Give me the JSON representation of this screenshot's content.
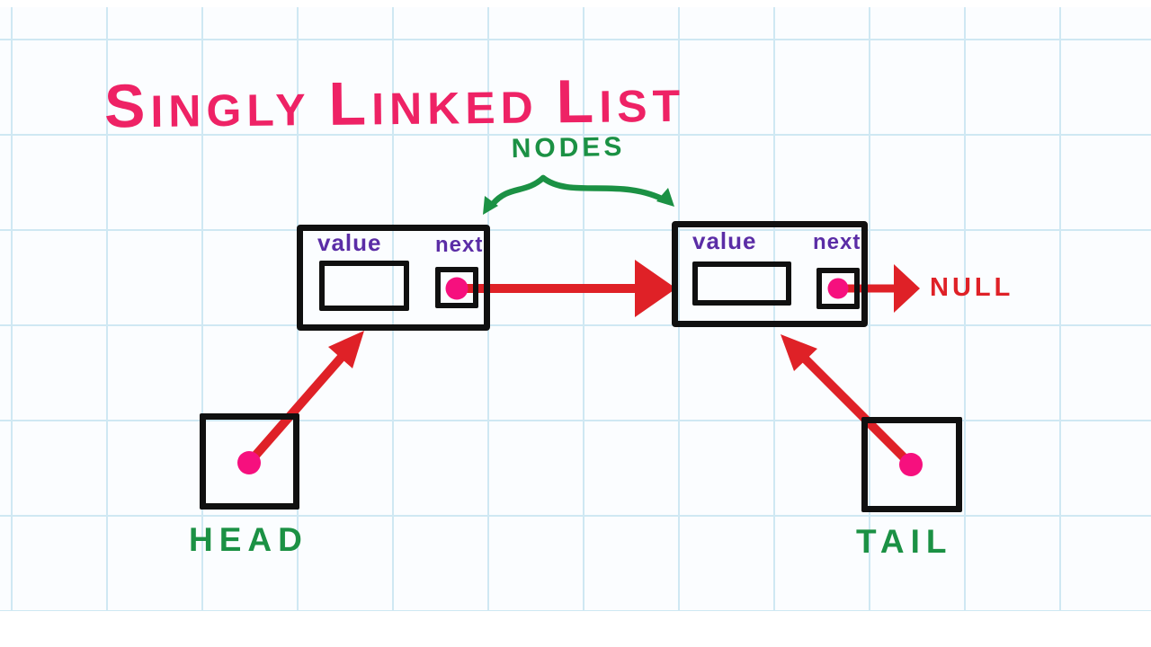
{
  "title": {
    "words": [
      "SINGLY",
      "LINKED",
      "LIST"
    ]
  },
  "annotations": {
    "nodes_label": "NODES",
    "head_label": "HEAD",
    "tail_label": "TAIL",
    "null_label": "NULL"
  },
  "nodes": [
    {
      "value_label": "value",
      "next_label": "next"
    },
    {
      "value_label": "value",
      "next_label": "next"
    }
  ],
  "colors": {
    "pink": "#EE2265",
    "green": "#1B9144",
    "purple": "#5B2DA6",
    "red": "#DF2127",
    "dot": "#F6107E",
    "ink": "#101010",
    "grid": "#cfe8f3",
    "paper": "#fbfdff"
  }
}
